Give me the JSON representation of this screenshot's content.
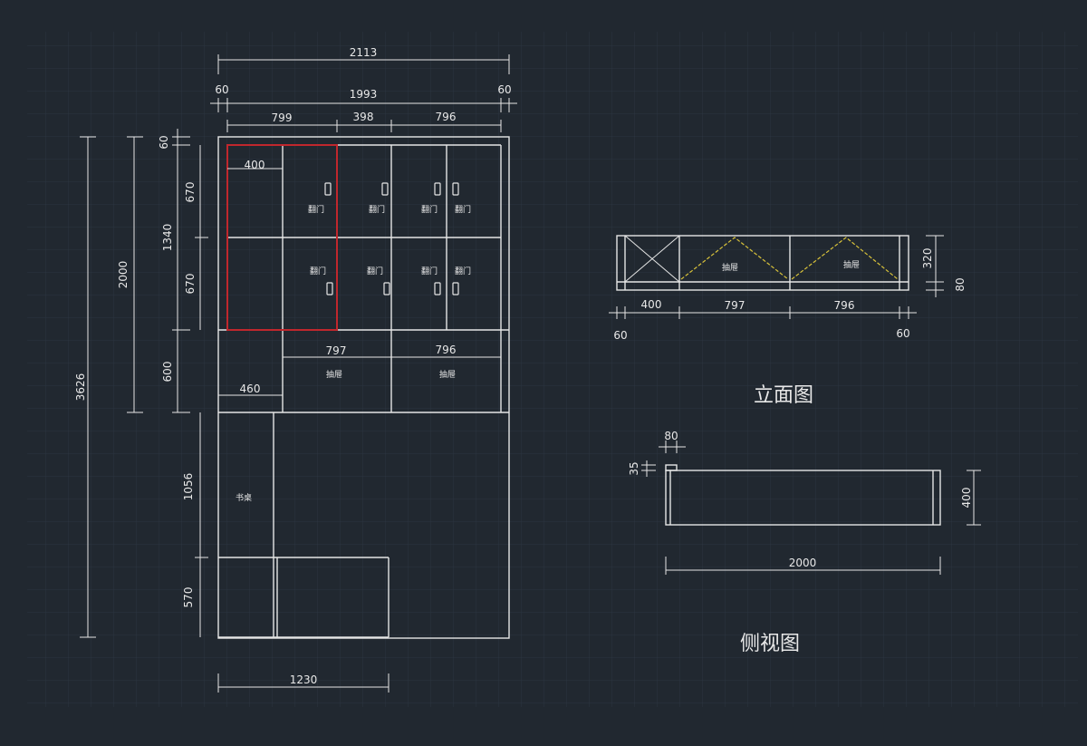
{
  "colors": {
    "background": "#212830",
    "grid": "#2c3540",
    "line": "#e6e6e6",
    "highlight": "#c0272d",
    "diagonal": "#d8c23a"
  },
  "front_view": {
    "dims": {
      "overall_width": "2113",
      "side_left": "60",
      "inner_width": "1993",
      "side_right": "60",
      "sec_left": "799",
      "sec_mid": "398",
      "sec_right": "796",
      "door_width": "400",
      "top_board": "60",
      "door_height_upper": "670",
      "door_height_lower": "670",
      "upper_total": "1340",
      "cabinet_height": "2000",
      "drawer_height": "600",
      "total_height": "3626",
      "drawer_left": "797",
      "drawer_right": "796",
      "desk_width": "460",
      "desk_height": "1056",
      "base_height": "570",
      "base_width": "1230"
    },
    "labels": {
      "door": "翻门",
      "drawer": "抽屉",
      "desk": "书桌"
    }
  },
  "elevation_view": {
    "dims": {
      "w1": "400",
      "w2": "797",
      "w3": "796",
      "left": "60",
      "right": "60",
      "height": "320",
      "base": "80"
    },
    "label_drawer": "抽屉",
    "title": "立面图"
  },
  "side_view": {
    "dims": {
      "top": "80",
      "left": "35",
      "height": "400",
      "length": "2000"
    },
    "title": "侧视图"
  }
}
